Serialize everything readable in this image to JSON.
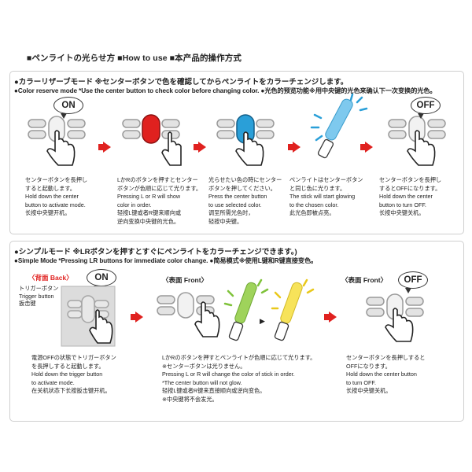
{
  "title": "■ペンライトの光らせ方 ■How to use ■本产品的操作方式",
  "section1": {
    "heading": "●カラーリザーブモード ※センターボタンで色を確認してからペンライトをカラーチェンジします。",
    "subheading": "●Color reserve mode *Use the center button to check color before changing color. ●光色的预览功能※用中央键的光色来确认下一次变换的光色。",
    "bubble_on": "ON",
    "bubble_off": "OFF",
    "steps": [
      {
        "jp": [
          "センターボタンを長押し",
          "すると起動します。"
        ],
        "en": [
          "Hold down the center",
          "button to activate mode."
        ],
        "zh": [
          "长按中央键开机。"
        ]
      },
      {
        "jp": [
          "LかRのボタンを押すとセンター",
          "ボタンが色順に応じて光ります。"
        ],
        "en": [
          "Pressing L or R will show",
          "color in order."
        ],
        "zh": [
          "轻按L键或者R键来顺向或",
          "逆向变换中央键的光色。"
        ]
      },
      {
        "jp": [
          "光らせたい色の時にセンター",
          "ボタンを押してください。"
        ],
        "en": [
          "Press the center button",
          "to use selected color."
        ],
        "zh": [
          "调至所需光色时，",
          "轻按中央键。"
        ]
      },
      {
        "jp": [
          "ペンライトはセンターボタン",
          "と同じ色に光ります。"
        ],
        "en": [
          "The stick will start glowing",
          "to the chosen color."
        ],
        "zh": [
          "此光色即被点亮。"
        ]
      },
      {
        "jp": [
          "センターボタンを長押し",
          "するとOFFになります。"
        ],
        "en": [
          "Hold down the center",
          "button to turn OFF."
        ],
        "zh": [
          "长按中央键关机。"
        ]
      }
    ],
    "colors": {
      "center_red": "#e0211f",
      "center_blue": "#2a9fd8",
      "stick_blue": "#7ec9ee"
    }
  },
  "section2": {
    "heading": "●シンプルモード ※LRボタンを押すとすぐにペンライトをカラーチェンジできます。)",
    "subheading": "●Simple Mode *Pressing LR buttons for immediate color change. ●简易模式※使用L键和R键直接变色。",
    "back_label": "〈背面 Back〉",
    "front_label_1": "〈表面 Front〉",
    "front_label_2": "〈表面 Front〉",
    "bubble_on": "ON",
    "bubble_off": "OFF",
    "trigger_label": [
      "トリガーボタン",
      "Trigger button",
      "扳击键"
    ],
    "steps": [
      {
        "jp": [
          "電源OFFの状態でトリガーボタン",
          "を長押しすると起動します。"
        ],
        "en": [
          "Hold down the trigger button",
          "to activate mode."
        ],
        "zh": [
          "在关机状态下长按扳击键开机。"
        ]
      },
      {
        "jp": [
          "LかRのボタンを押すとペンライトが色順に応じて光ります。",
          "※センターボタンは光りません。"
        ],
        "en": [
          "Pressing L or R will change the color of stick in order.",
          "*The center button will not glow."
        ],
        "zh": [
          "轻按L键或者R键来直接顺向或逆向变色。",
          "※中央键将不会发光。"
        ]
      },
      {
        "jp": [
          "センターボタンを長押しすると",
          "OFFになります。"
        ],
        "en": [
          "Hold down the center button",
          "to turn OFF."
        ],
        "zh": [
          "长按中央键关机。"
        ]
      }
    ],
    "colors": {
      "stick_green": "#9fd35b",
      "stick_yellow": "#f7e35a"
    }
  }
}
